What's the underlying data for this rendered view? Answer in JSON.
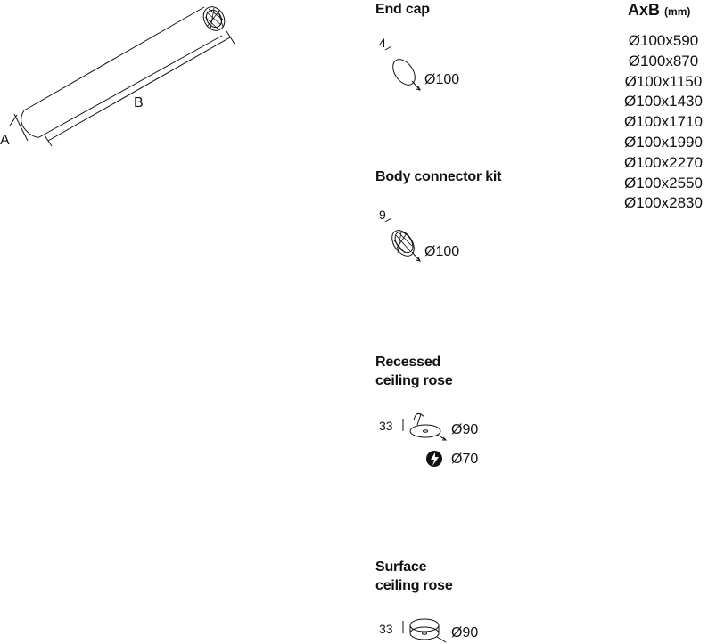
{
  "tube": {
    "label_a": "A",
    "label_b": "B"
  },
  "end_cap": {
    "title": "End cap",
    "number": "4",
    "diameter": "Ø100"
  },
  "connector": {
    "title": "Body connector kit",
    "number": "9",
    "diameter": "Ø100"
  },
  "recessed": {
    "title_line1": "Recessed",
    "title_line2": "ceiling rose",
    "number": "33",
    "diameter": "Ø90",
    "cutout": "Ø70"
  },
  "surface": {
    "title_line1": "Surface",
    "title_line2": "ceiling rose",
    "number": "33",
    "diameter": "Ø90"
  },
  "sizes": {
    "title": "AxB",
    "unit": "(mm)",
    "items": [
      "Ø100x590",
      "Ø100x870",
      "Ø100x1150",
      "Ø100x1430",
      "Ø100x1710",
      "Ø100x1990",
      "Ø100x2270",
      "Ø100x2550",
      "Ø100x2830"
    ]
  }
}
